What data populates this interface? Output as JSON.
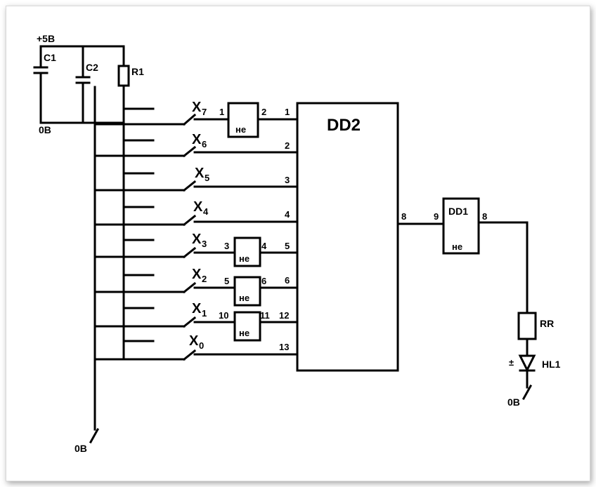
{
  "power": {
    "plus": "+5В",
    "ground_top": "0В",
    "ground_bottom": "0В",
    "ground_right": "0В"
  },
  "caps": {
    "c1": "C1",
    "c2": "C2"
  },
  "resistors": {
    "r1": "R1",
    "rr": "RR"
  },
  "led": {
    "label": "HL1",
    "polarity": "±"
  },
  "dd2": {
    "label": "DD2",
    "out_pin": "8"
  },
  "dd1": {
    "label": "DD1",
    "sub": "не",
    "in_pin": "9",
    "out_pin": "8"
  },
  "switches": [
    {
      "letter": "X",
      "sub": "7",
      "pin": "1"
    },
    {
      "letter": "X",
      "sub": "6",
      "pin": "2"
    },
    {
      "letter": "X",
      "sub": "5",
      "pin": "3"
    },
    {
      "letter": "X",
      "sub": "4",
      "pin": "4"
    },
    {
      "letter": "X",
      "sub": "3",
      "pin": "5"
    },
    {
      "letter": "X",
      "sub": "2",
      "pin": "6"
    },
    {
      "letter": "X",
      "sub": "1",
      "pin": "12"
    },
    {
      "letter": "X",
      "sub": "0",
      "pin": "13"
    }
  ],
  "inverters": [
    {
      "label": "не",
      "in_pin": "1",
      "out_pin": "2"
    },
    {
      "label": "не",
      "in_pin": "3",
      "out_pin": "4"
    },
    {
      "label": "не",
      "in_pin": "5",
      "out_pin": "6"
    },
    {
      "label": "не",
      "in_pin": "10",
      "out_pin": "11"
    }
  ]
}
